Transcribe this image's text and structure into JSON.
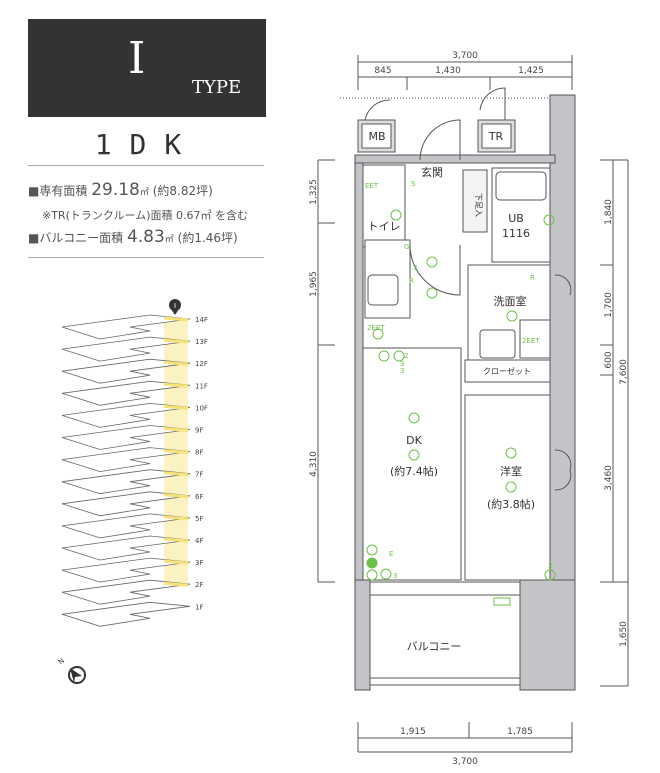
{
  "header": {
    "type_letter": "I",
    "type_word": "TYPE",
    "layout": "1DK"
  },
  "areas": {
    "exclusive": {
      "marker": "■",
      "label": "専有面積",
      "value": "29.18",
      "unit": "㎡",
      "tsubo": "(約8.82坪)"
    },
    "tr_note": {
      "text": "※TR(トランクルーム)面積",
      "value": "0.67㎡",
      "suffix": "を含む"
    },
    "balcony": {
      "marker": "■",
      "label": "バルコニー面積",
      "value": "4.83",
      "unit": "㎡",
      "tsubo": "(約1.46坪)"
    }
  },
  "floor_stack": {
    "marker": "I",
    "floors": [
      "14F",
      "13F",
      "12F",
      "11F",
      "10F",
      "9F",
      "8F",
      "7F",
      "6F",
      "5F",
      "4F",
      "3F",
      "2F",
      "1F"
    ],
    "highlight_color": "#f7e27a"
  },
  "compass": {
    "label": "N"
  },
  "plan": {
    "rooms": {
      "mb": "MB",
      "tr": "TR",
      "genkan": "玄関",
      "shoe": "下足入",
      "toilet": "トイレ",
      "ub": "UB",
      "ub_size": "1116",
      "washroom": "洗面室",
      "closet": "クローゼット",
      "dk": "DK",
      "dk_size": "(約7.4帖)",
      "western": "洋室",
      "western_size": "(約3.8帖)",
      "balcony": "バルコニー"
    },
    "outlets": {
      "eet1": "2EET",
      "eet2": "2EET",
      "eet3": "EET",
      "n2": "2",
      "n3a": "3",
      "n3b": "3",
      "n3c": "3",
      "n3d": "3",
      "n2b": "2",
      "r1": "R",
      "r2": "R",
      "g": "G",
      "e": "E",
      "s": "S"
    },
    "dimensions": {
      "top_total": "3,700",
      "top": [
        "845",
        "1,430",
        "1,425"
      ],
      "bottom": [
        "1,915",
        "1,785"
      ],
      "bottom_total": "3,700",
      "left": [
        "1,325",
        "1,965",
        "4,310"
      ],
      "right": [
        "1,840",
        "1,700",
        "600",
        "3,460",
        "1,650"
      ],
      "right_total": "7,600"
    },
    "colors": {
      "wall": "#c3c4c8",
      "equipment": "#6cc04a",
      "line": "#555555"
    }
  }
}
